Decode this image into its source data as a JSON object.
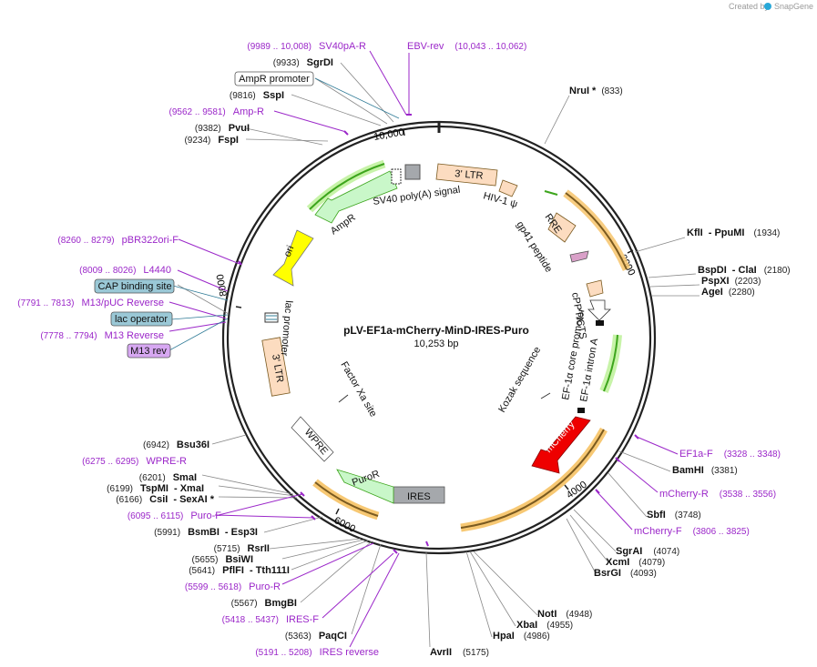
{
  "credit": {
    "prefix": "Created by",
    "brand": "SnapGene"
  },
  "map": {
    "title": "pLV-EF1a-mCherry-MinD-IRES-Puro",
    "size": "10,253 bp"
  },
  "ticks": [
    "2000",
    "4000",
    "6000",
    "8000",
    "10,000"
  ],
  "features": {
    "ltr3_top": "3' LTR",
    "hiv_psi": "HIV-1 ψ",
    "rre": "RRE",
    "gp41": "gp41 peptide",
    "cppt": "cPPT/CTS",
    "ef1_core": "EF-1α core promoter",
    "ef1_intron": "EF-1α intron A",
    "mcherry": "mCherry",
    "kozak": "Kozak sequence",
    "factor_xa": "Factor Xa site",
    "ires": "IRES",
    "puror": "PuroR",
    "wpre": "WPRE",
    "ltr3_bottom": "3' LTR",
    "lac_promoter": "lac promoter",
    "ori": "ori",
    "ampr": "AmpR",
    "sv40": "SV40 poly(A) signal"
  },
  "labels": {
    "nrui": "NruI *",
    "nrui_pos": "(833)",
    "kfli": "KflI",
    "ppumi": "- PpuMI",
    "kfli_pos": "(1934)",
    "bspdi": "BspDI",
    "clai": "- ClaI",
    "bspdi_pos": "(2180)",
    "pspxi": "PspXI",
    "pspxi_pos": "(2203)",
    "agei": "AgeI",
    "agei_pos": "(2280)",
    "ef1af": "EF1a-F",
    "ef1af_pos": "(3328 .. 3348)",
    "bamhi": "BamHI",
    "bamhi_pos": "(3381)",
    "mcherryr": "mCherry-R",
    "mcherryr_pos": "(3538 .. 3556)",
    "sbfi": "SbfI",
    "sbfi_pos": "(3748)",
    "mcherryf": "mCherry-F",
    "mcherryf_pos": "(3806 .. 3825)",
    "sgrai": "SgrAI",
    "sgrai_pos": "(4074)",
    "xcmi": "XcmI",
    "xcmi_pos": "(4079)",
    "bsrgi": "BsrGI",
    "bsrgi_pos": "(4093)",
    "noti": "NotI",
    "noti_pos": "(4948)",
    "xbai": "XbaI",
    "xbai_pos": "(4955)",
    "hpai": "HpaI",
    "hpai_pos": "(4986)",
    "avrii": "AvrII",
    "avrii_pos": "(5175)",
    "iresrev": "IRES reverse",
    "iresrev_pos": "(5191 .. 5208)",
    "paqci": "PaqCI",
    "paqci_pos": "(5363)",
    "iresf": "IRES-F",
    "iresf_pos": "(5418 .. 5437)",
    "bmgbi": "BmgBI",
    "bmgbi_pos": "(5567)",
    "puror_primer": "Puro-R",
    "puror_primer_pos": "(5599 .. 5618)",
    "pflfi": "PflFI",
    "tth111i": "- Tth111I",
    "pflfi_pos": "(5641)",
    "bsiwi": "BsiWI",
    "bsiwi_pos": "(5655)",
    "rsrii": "RsrII",
    "rsrii_pos": "(5715)",
    "bsmbi": "BsmBI",
    "esp3i": "- Esp3I",
    "bsmbi_pos": "(5991)",
    "purof": "Puro-F",
    "purof_pos": "(6095 .. 6115)",
    "csii": "CsiI",
    "sexai": "- SexAI *",
    "csii_pos": "(6166)",
    "tspmi": "TspMI",
    "xmai": "- XmaI",
    "tspmi_pos": "(6199)",
    "smai": "SmaI",
    "smai_pos": "(6201)",
    "wprer": "WPRE-R",
    "wprer_pos": "(6275 .. 6295)",
    "bsu36i": "Bsu36I",
    "bsu36i_pos": "(6942)",
    "m13rev_box": "M13 rev",
    "m13reverse": "M13 Reverse",
    "m13reverse_pos": "(7778 .. 7794)",
    "lac_operator": "lac operator",
    "m13puc": "M13/pUC Reverse",
    "m13puc_pos": "(7791 .. 7813)",
    "cap_site": "CAP binding site",
    "l4440": "L4440",
    "l4440_pos": "(8009 .. 8026)",
    "pbr322": "pBR322ori-F",
    "pbr322_pos": "(8260 .. 8279)",
    "fspi": "FspI",
    "fspi_pos": "(9234)",
    "pvui": "PvuI",
    "pvui_pos": "(9382)",
    "ampr_primer": "Amp-R",
    "ampr_primer_pos": "(9562 .. 9581)",
    "sspi": "SspI",
    "sspi_pos": "(9816)",
    "ampr_promoter": "AmpR promoter",
    "sgrdi": "SgrDI",
    "sgrdi_pos": "(9933)",
    "sv40par": "SV40pA-R",
    "sv40par_pos": "(9989 .. 10,008)",
    "ebvrev": "EBV-rev",
    "ebvrev_pos": "(10,043 .. 10,062)"
  },
  "colors": {
    "backbone": "#222222",
    "primer": "#9b27c9",
    "ltr": "#fcdcc0",
    "mcherry": "#ee0000",
    "ampr": "#c9f7c9",
    "ori": "#ffff00",
    "ires": "#a5a8ac",
    "highlight": "#f7c873",
    "green_arrow": "#3da51d",
    "box_blue": "#9ac8d6",
    "box_purple": "#d7a8f2"
  }
}
